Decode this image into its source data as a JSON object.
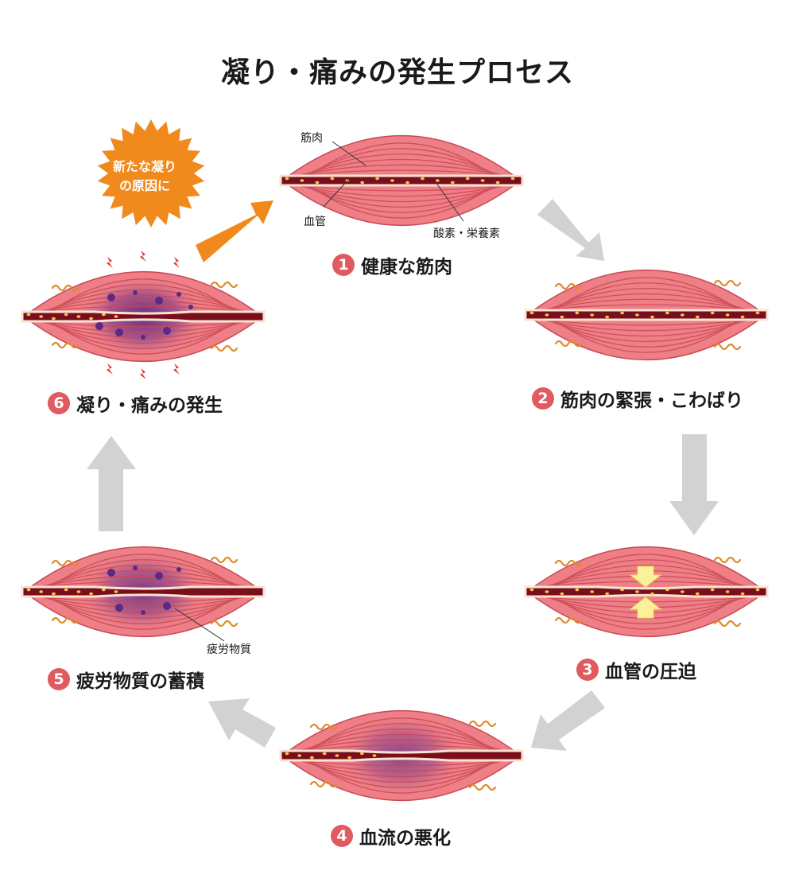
{
  "title": "凝り・痛みの発生プロセス",
  "steps": [
    {
      "number": "1",
      "label": "健康な筋肉"
    },
    {
      "number": "2",
      "label": "筋肉の緊張・こわばり"
    },
    {
      "number": "3",
      "label": "血管の圧迫"
    },
    {
      "number": "4",
      "label": "血流の悪化"
    },
    {
      "number": "5",
      "label": "疲労物質の蓄積"
    },
    {
      "number": "6",
      "label": "凝り・痛みの発生"
    }
  ],
  "labels": {
    "muscle": "筋肉",
    "vessel": "血管",
    "nutrients": "酸素・栄養素",
    "fatigue": "疲労物質"
  },
  "burst": {
    "line1": "新たな凝り",
    "line2": "の原因に"
  },
  "colors": {
    "muscle": "#ee7f86",
    "muscle_stripe": "#c94753",
    "vessel": "#7a0f1c",
    "vessel_edge": "#fbe3d4",
    "nutrient": "#f5c451",
    "fatigue": "#5b2a84",
    "arrow_gray": "#d2d2d2",
    "arrow_orange": "#f18a1d",
    "burst": "#f18a1d",
    "badge": "#e05a60",
    "pain_mark": "#e0352a",
    "tension_squiggle": "#e08a2c",
    "compress_arrow": "#fbf19a"
  }
}
